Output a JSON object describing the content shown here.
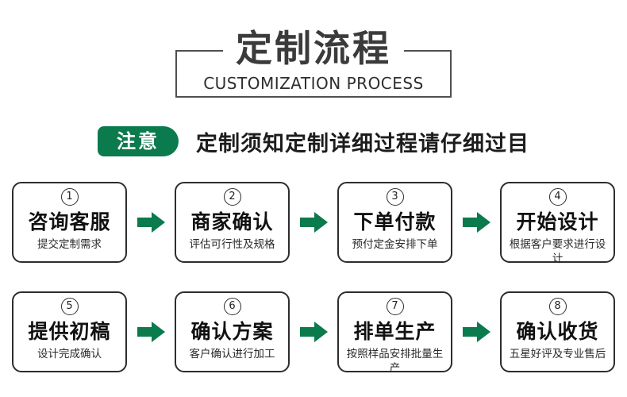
{
  "title": {
    "main": "定制流程",
    "sub": "CUSTOMIZATION PROCESS"
  },
  "notice": {
    "badge": "注意",
    "text": "定制须知定制详细过程请仔细过目"
  },
  "colors": {
    "accent_green": "#0B7A4D",
    "box_border": "#2D2D2D",
    "title_gray": "#3B3B3B",
    "frame_gray": "#4F4F4F"
  },
  "icons": {
    "arrow": "arrow-right-icon"
  },
  "steps": [
    {
      "num": "1",
      "title": "咨询客服",
      "desc": "提交定制需求"
    },
    {
      "num": "2",
      "title": "商家确认",
      "desc": "评估可行性及规格"
    },
    {
      "num": "3",
      "title": "下单付款",
      "desc": "预付定金安排下单"
    },
    {
      "num": "4",
      "title": "开始设计",
      "desc": "根据客户要求进行设计"
    },
    {
      "num": "5",
      "title": "提供初稿",
      "desc": "设计完成确认"
    },
    {
      "num": "6",
      "title": "确认方案",
      "desc": "客户确认进行加工"
    },
    {
      "num": "7",
      "title": "排单生产",
      "desc": "按照样品安排批量生产"
    },
    {
      "num": "8",
      "title": "确认收货",
      "desc": "五星好评及专业售后"
    }
  ]
}
